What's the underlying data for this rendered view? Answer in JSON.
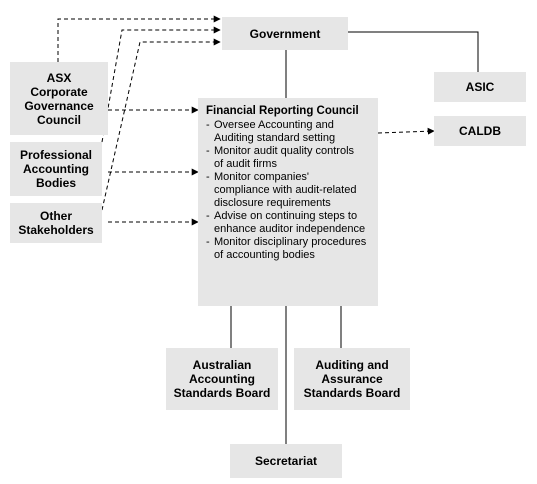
{
  "government": {
    "label": "Government"
  },
  "asic": {
    "label": "ASIC"
  },
  "caldb": {
    "label": "CALDB"
  },
  "asx": {
    "lines": [
      "ASX",
      "Corporate",
      "Governance",
      "Council"
    ]
  },
  "professional": {
    "lines": [
      "Professional",
      "Accounting",
      "Bodies"
    ]
  },
  "other": {
    "lines": [
      "Other",
      "Stakeholders"
    ]
  },
  "frc": {
    "title": "Financial Reporting Council",
    "items": [
      [
        "Oversee Accounting and",
        "Auditing standard setting"
      ],
      [
        "Monitor audit quality controls",
        "of audit firms"
      ],
      [
        "Monitor companies'",
        "compliance with audit-related",
        "disclosure requirements"
      ],
      [
        "Advise on continuing steps to",
        "enhance auditor independence"
      ],
      [
        "Monitor disciplinary procedures",
        "of accounting bodies"
      ]
    ]
  },
  "aasb": {
    "lines": [
      "Australian",
      "Accounting",
      "Standards Board"
    ]
  },
  "auasb": {
    "lines": [
      "Auditing and",
      "Assurance",
      "Standards Board"
    ]
  },
  "secretariat": {
    "label": "Secretariat"
  }
}
